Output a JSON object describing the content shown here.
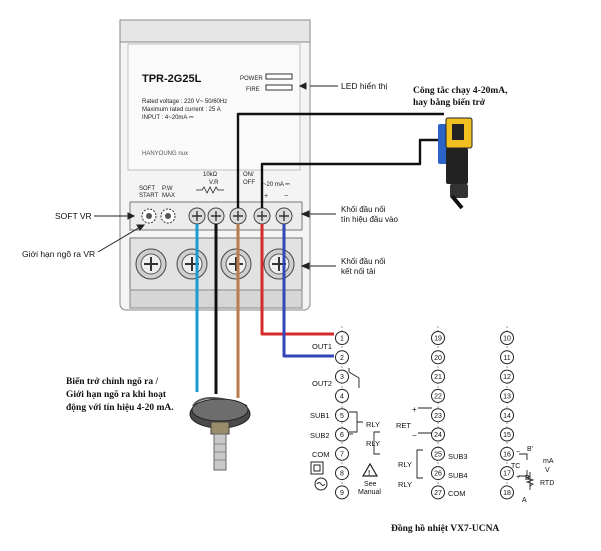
{
  "device": {
    "model": "TPR-2G25L",
    "specs": [
      "Rated voltage : 220 V~ 50/60Hz",
      "Maximum rated current : 25 A",
      "INPUT : 4~20mA ⎓"
    ],
    "led_power": "POWER",
    "led_fire": "FIRE",
    "brand": "HANYOUNG nux",
    "soft_start": [
      "SOFT",
      "START"
    ],
    "pw_max": [
      "P.W",
      "MAX"
    ],
    "vr": [
      "10kΩ",
      "V.R"
    ],
    "onoff": [
      "ON/",
      "OFF"
    ],
    "ma_input": "~20 mA ⎓",
    "plus_minus": [
      "+",
      "−"
    ]
  },
  "annotations": {
    "led": "LED hiển thị",
    "switch": [
      "Công tắc chạy 4-20mA,",
      "hay bằng biến trở"
    ],
    "soft_vr": "SOFT VR",
    "limit_vr": "Giới hạn ngõ ra VR",
    "signal_block": [
      "Khối đầu nối",
      "tín hiệu đầu vào"
    ],
    "load_block": [
      "Khối đầu nối",
      "kết nối tải"
    ],
    "pot": [
      "Biến trở chỉnh ngõ ra /",
      "Giới hạn ngõ ra khi hoạt",
      "động với tín hiệu 4-20 mA."
    ],
    "controller": "Đồng hồ nhiệt VX7-UCNA"
  },
  "controller": {
    "col1": [
      "1",
      "2",
      "3",
      "4",
      "5",
      "6",
      "7",
      "8",
      "9"
    ],
    "col2": [
      "19",
      "20",
      "21",
      "22",
      "23",
      "24",
      "25",
      "26",
      "27"
    ],
    "col3": [
      "10",
      "11",
      "12",
      "13",
      "14",
      "15",
      "16",
      "17",
      "18"
    ],
    "out1": "OUT1",
    "out2": "OUT2",
    "sub1": "SUB1",
    "sub2": "SUB2",
    "com": "COM",
    "rly": "RLY",
    "ret": "RET",
    "sub3": "SUB3",
    "sub4": "SUB4",
    "tc": "TC",
    "rtd": "RTD",
    "ma": "mA",
    "v": "V",
    "bprime": "B'",
    "b": "B",
    "a": "A",
    "see_manual": [
      "See",
      "Manual"
    ],
    "plus": "+",
    "minus": "−"
  },
  "colors": {
    "wire_red": "#d42a2a",
    "wire_blue": "#3345b8",
    "wire_black": "#111111",
    "wire_cyan": "#1a9bd6",
    "wire_brown": "#b97a4e",
    "switch_yellow": "#f0c020",
    "switch_blue": "#2a64c8"
  }
}
